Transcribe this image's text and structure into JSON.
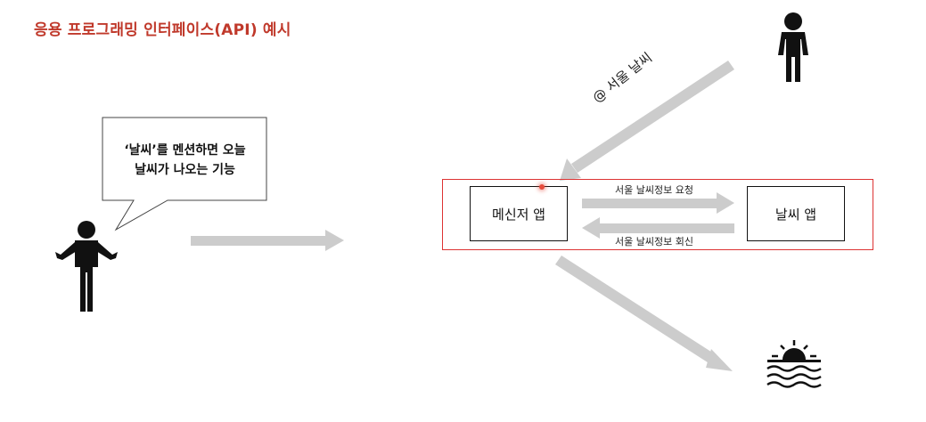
{
  "title": "응용 프로그래밍 인터페이스(API) 예시",
  "speech_bubble": {
    "line1": "‘날씨’를 멘션하면 오늘",
    "line2": "날씨가 나오는 기능"
  },
  "apps": {
    "messenger": "메신저 앱",
    "weather": "날씨 앱"
  },
  "arrows": {
    "mention": "@ 서울 날씨",
    "request": "서울 날씨정보 요청",
    "response": "서울 날씨정보 회신"
  },
  "colors": {
    "title": "#c0392b",
    "arrow": "#cccccc",
    "frame": "#dd3333",
    "icon": "#111111"
  },
  "icons": [
    "person-with-raised-hands-icon",
    "person-standing-icon",
    "sunset-over-water-icon"
  ]
}
